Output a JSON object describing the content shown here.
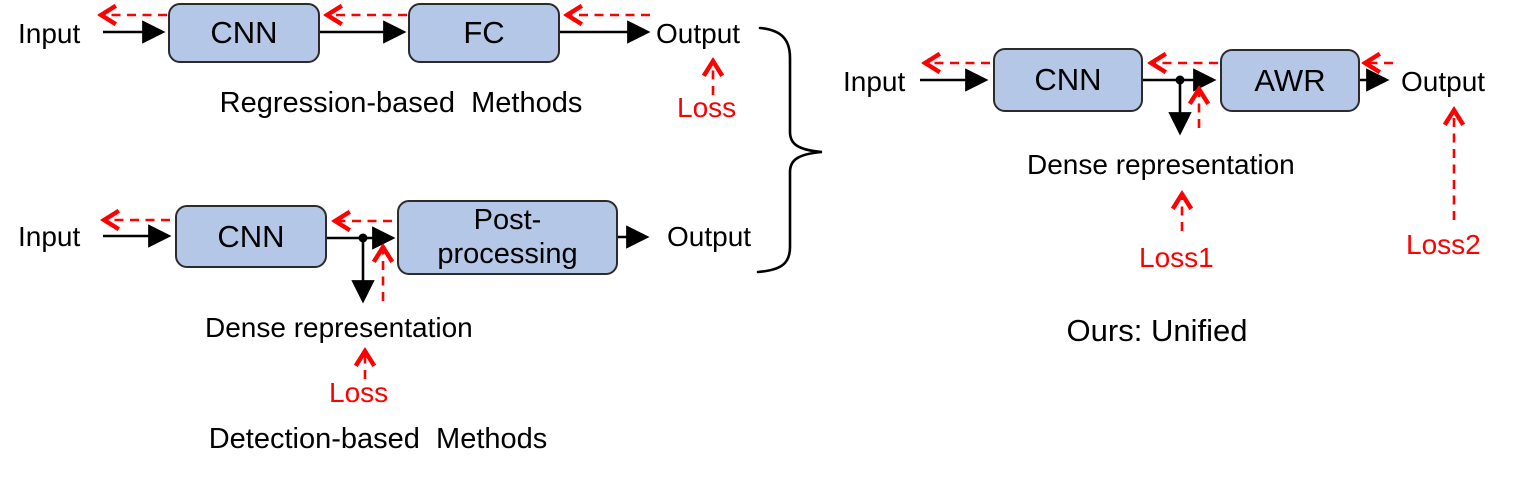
{
  "colors": {
    "box_fill": "#b4c7e7",
    "box_border": "#2b2b2b",
    "loss_red": "#ff0000",
    "wire_black": "#000000"
  },
  "diagram_regression": {
    "input_label": "Input",
    "cnn_label": "CNN",
    "fc_label": "FC",
    "output_label": "Output",
    "loss_label": "Loss",
    "caption": "Regression-based  Methods"
  },
  "diagram_detection": {
    "input_label": "Input",
    "cnn_label": "CNN",
    "post_label_line1": "Post-",
    "post_label_line2": "processing",
    "output_label": "Output",
    "dense_label": "Dense representation",
    "loss_label": "Loss",
    "caption": "Detection-based  Methods"
  },
  "diagram_ours": {
    "input_label": "Input",
    "cnn_label": "CNN",
    "awr_label": "AWR",
    "output_label": "Output",
    "dense_label": "Dense representation",
    "loss1_label": "Loss1",
    "loss2_label": "Loss2",
    "caption": "Ours: Unified"
  }
}
